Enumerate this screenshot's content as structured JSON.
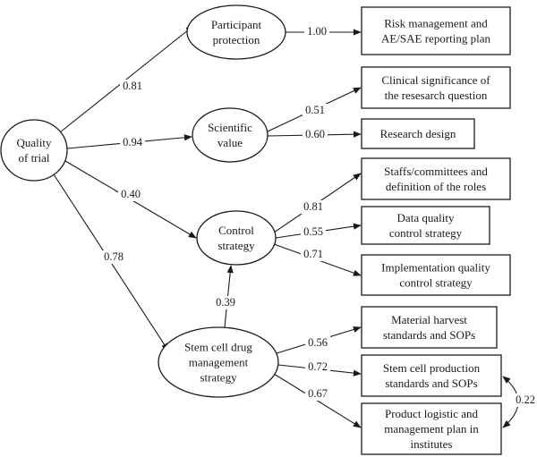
{
  "diagram": {
    "nodes": {
      "quality": [
        "Quality",
        "of trial"
      ],
      "participant": [
        "Participant",
        "protection"
      ],
      "scientific": [
        "Scientific",
        "value"
      ],
      "control": [
        "Control",
        "strategy"
      ],
      "stemcell": [
        "Stem cell drug",
        "management",
        "strategy"
      ],
      "risk": [
        "Risk management and",
        "AE/SAE reporting plan"
      ],
      "clinical": [
        "Clinical significance of",
        "the resesarch question"
      ],
      "design": [
        "Research design"
      ],
      "staffs": [
        "Staffs/committees and",
        "definition of the roles"
      ],
      "dataq": [
        "Data quality",
        "control strategy"
      ],
      "implq": [
        "Implementation quality",
        "control strategy"
      ],
      "material": [
        "Material harvest",
        "standards and SOPs"
      ],
      "production": [
        "Stem cell production",
        "standards and SOPs"
      ],
      "logistic": [
        "Product logistic and",
        "management plan in",
        "institutes"
      ]
    },
    "edges": {
      "quality_participant": "0.81",
      "quality_scientific": "0.94",
      "quality_control": "0.40",
      "quality_stemcell": "0.78",
      "participant_risk": "1.00",
      "scientific_clinical": "0.51",
      "scientific_design": "0.60",
      "control_staffs": "0.81",
      "control_dataq": "0.55",
      "control_implq": "0.71",
      "stemcell_control": "0.39",
      "stemcell_material": "0.56",
      "stemcell_production": "0.72",
      "stemcell_logistic": "0.67",
      "production_logistic": "0.22"
    }
  }
}
